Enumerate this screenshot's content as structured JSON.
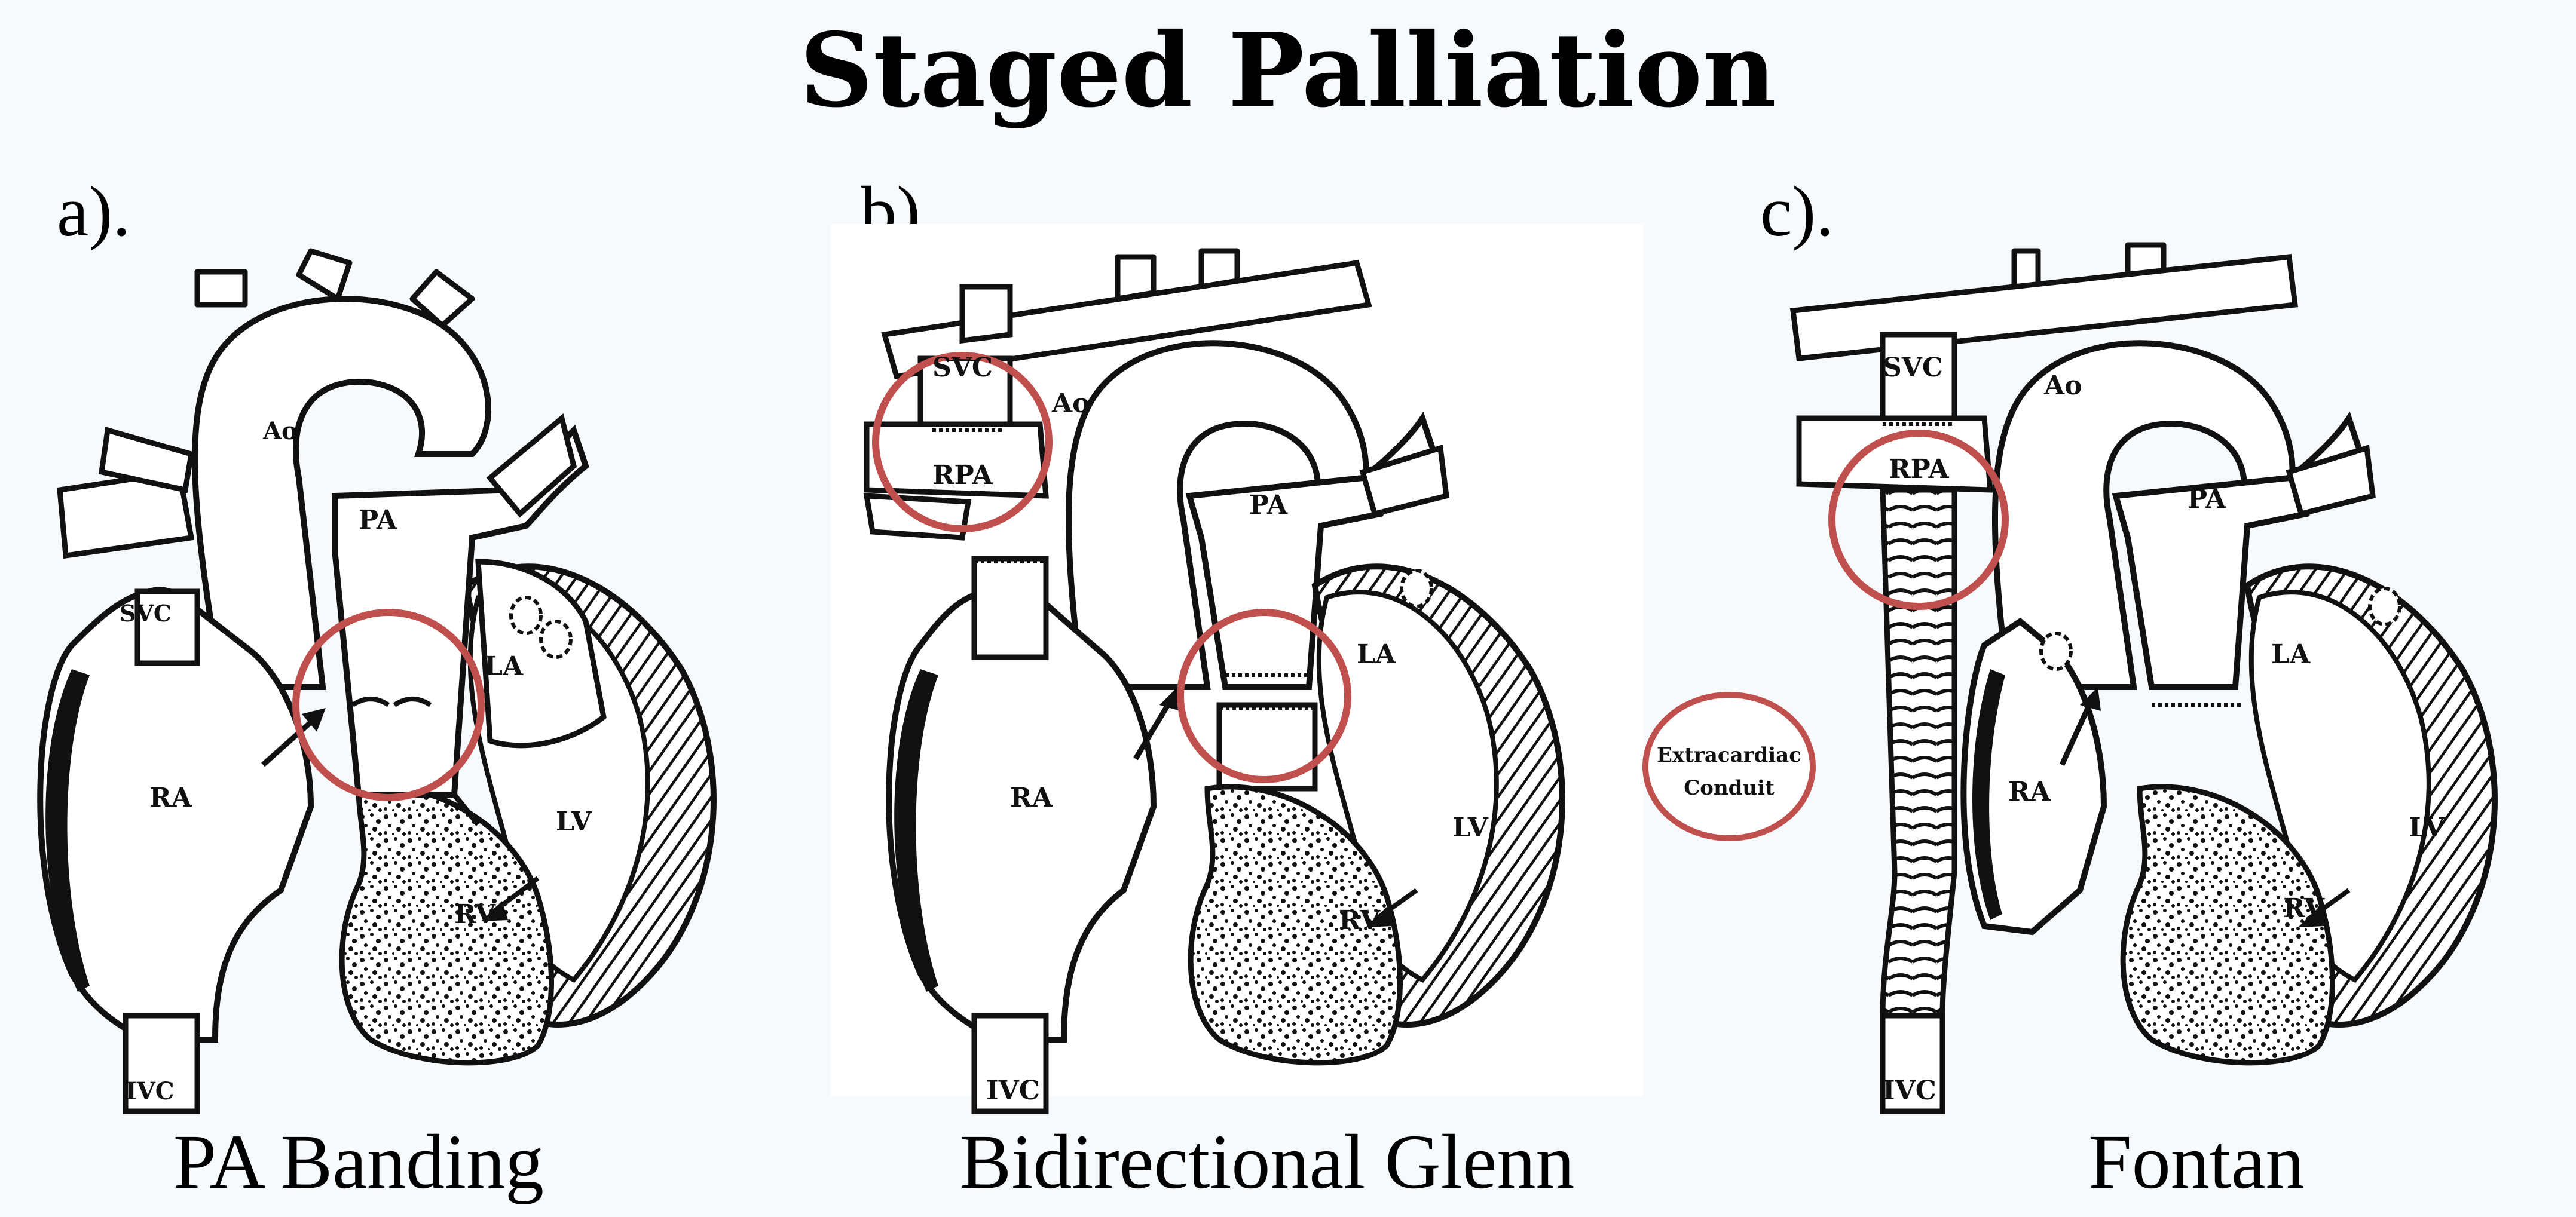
{
  "title": "Staged Palliation",
  "panels": [
    {
      "letter": "a).",
      "caption": "PA Banding",
      "labels": [
        "Ao",
        "PA",
        "SVC",
        "LA",
        "RA",
        "LV",
        "RV",
        "IVC"
      ]
    },
    {
      "letter": "b).",
      "caption": "Bidirectional Glenn",
      "labels": [
        "SVC",
        "Ao",
        "RPA",
        "PA",
        "LA",
        "RA",
        "LV",
        "RV",
        "IVC"
      ]
    },
    {
      "letter": "c).",
      "caption": "Fontan",
      "labels": [
        "SVC",
        "Ao",
        "RPA",
        "PA",
        "LA",
        "RA",
        "LV",
        "RV",
        "IVC"
      ],
      "callout": [
        "Extracardiac",
        "Conduit"
      ]
    }
  ],
  "colors": {
    "highlight_circle": "#c0504d",
    "ink": "#111111",
    "panel_bg": "#ffffff",
    "page_bg": "#f6fafc"
  }
}
